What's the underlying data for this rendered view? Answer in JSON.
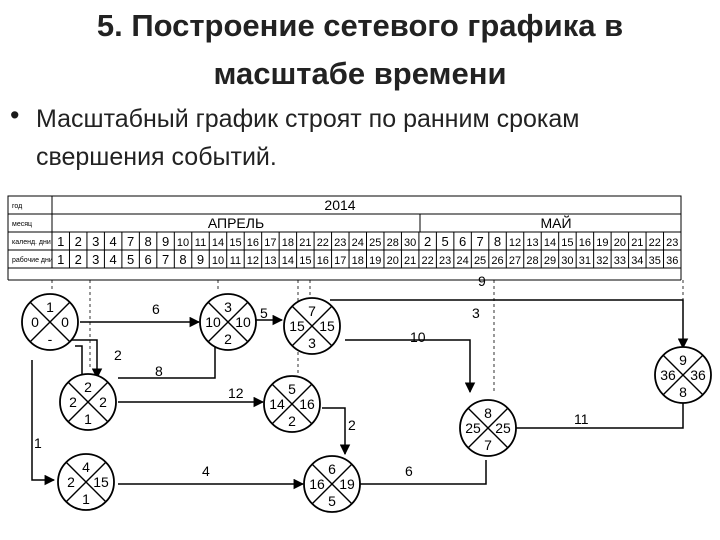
{
  "header": {
    "title_line1": "5. Построение сетевого графика в",
    "title_line2": "масштабе времени"
  },
  "bullet": {
    "line1": "Масштабный график строят по ранним срокам",
    "line2": "свершения событий."
  },
  "timeline": {
    "row_labels": [
      "год",
      "месяц",
      "календ. дни",
      "рабочие дни"
    ],
    "year": "2014",
    "months": [
      "АПРЕЛЬ",
      "МАЙ"
    ],
    "calendar_days": [
      "1",
      "2",
      "3",
      "4",
      "7",
      "8",
      "9",
      "10",
      "11",
      "14",
      "15",
      "16",
      "17",
      "18",
      "21",
      "22",
      "23",
      "24",
      "25",
      "28",
      "30",
      "2",
      "5",
      "6",
      "7",
      "8",
      "12",
      "13",
      "14",
      "15",
      "16",
      "19",
      "20",
      "21",
      "22",
      "23"
    ],
    "working_days": [
      "1",
      "2",
      "3",
      "4",
      "5",
      "6",
      "7",
      "8",
      "9",
      "10",
      "11",
      "12",
      "13",
      "14",
      "15",
      "16",
      "17",
      "18",
      "19",
      "20",
      "21",
      "22",
      "23",
      "24",
      "25",
      "26",
      "27",
      "28",
      "29",
      "30",
      "31",
      "32",
      "33",
      "34",
      "35",
      "36"
    ]
  },
  "nodes": [
    {
      "id": "n1",
      "top": "1",
      "left": "0",
      "right": "0",
      "bottom": "-"
    },
    {
      "id": "n2",
      "top": "2",
      "left": "2",
      "right": "2",
      "bottom": "1"
    },
    {
      "id": "n3",
      "top": "3",
      "left": "10",
      "right": "10",
      "bottom": "2"
    },
    {
      "id": "n4",
      "top": "4",
      "left": "2",
      "right": "15",
      "bottom": "1"
    },
    {
      "id": "n5",
      "top": "5",
      "left": "14",
      "right": "16",
      "bottom": "2"
    },
    {
      "id": "n6",
      "top": "6",
      "left": "16",
      "right": "19",
      "bottom": "5"
    },
    {
      "id": "n7",
      "top": "7",
      "left": "15",
      "right": "15",
      "bottom": "3"
    },
    {
      "id": "n8",
      "top": "8",
      "left": "25",
      "right": "25",
      "bottom": "7"
    },
    {
      "id": "n9",
      "top": "9",
      "left": "36",
      "right": "36",
      "bottom": "8"
    }
  ],
  "arrow_labels": [
    "6",
    "2",
    "8",
    "5",
    "12",
    "10",
    "3",
    "9",
    "2",
    "4",
    "6",
    "11",
    "1"
  ]
}
